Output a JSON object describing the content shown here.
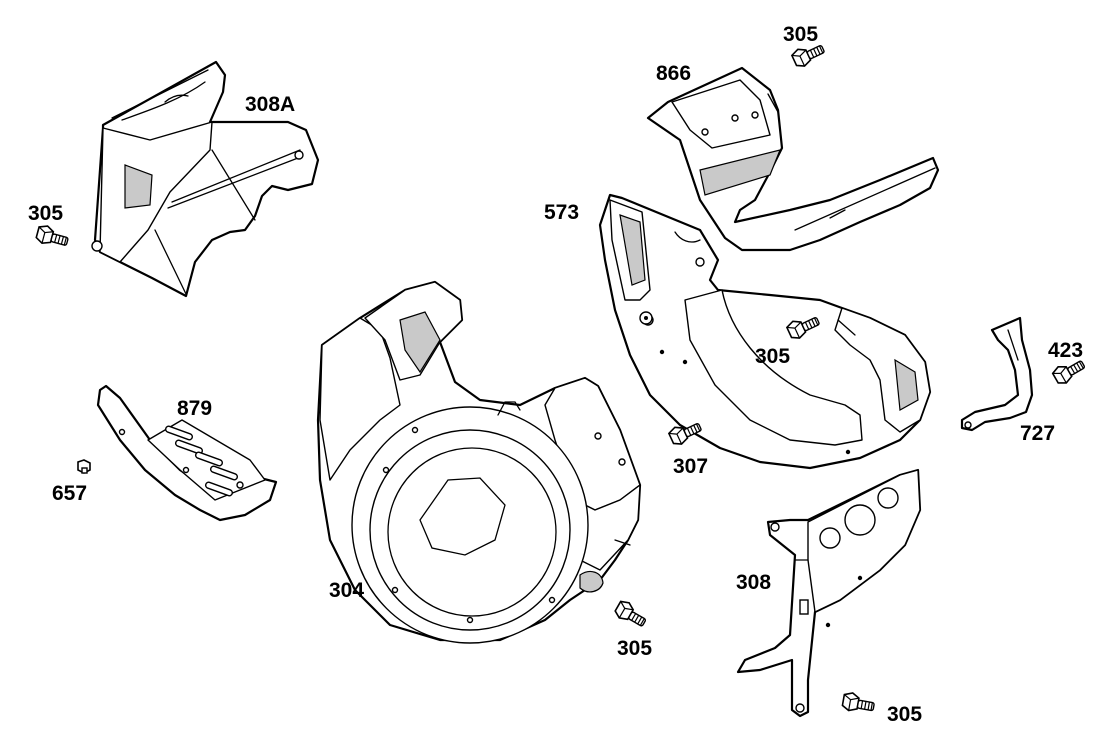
{
  "diagram": {
    "labels": {
      "l_305_top": "305",
      "l_866": "866",
      "l_308A": "308A",
      "l_305_left": "305",
      "l_573": "573",
      "l_879": "879",
      "l_305_mid": "305",
      "l_423": "423",
      "l_657": "657",
      "l_307": "307",
      "l_727": "727",
      "l_304": "304",
      "l_308": "308",
      "l_305_bottom": "305",
      "l_305_bottomright": "305"
    }
  }
}
